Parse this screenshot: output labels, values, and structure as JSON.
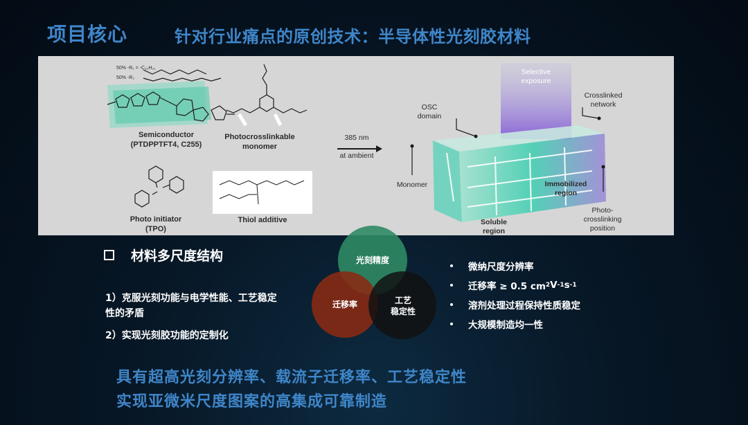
{
  "header": {
    "title": "项目核心",
    "subtitle": "针对行业痛点的原创技术：半导体性光刻胶材料"
  },
  "figure": {
    "semiconductor_label": "Semiconductor",
    "semiconductor_sub": "(PTDPPTFT4, C255)",
    "r1_label": "50% -R₁ = -C₁₀H₂₁",
    "r2_label": "50% -R₂",
    "monomer_label": "Photocrosslinkable",
    "monomer_sub": "monomer",
    "initiator_label": "Photo initiator",
    "initiator_sub": "(TPO)",
    "thiol_label": "Thiol additive",
    "arrow_top": "385 nm",
    "arrow_bottom": "at ambient",
    "selective": "Selective",
    "exposure": "exposure",
    "osc": "OSC",
    "domain": "domain",
    "crosslinked": "Crosslinked",
    "network": "network",
    "monomer_callout": "Monomer",
    "immobilized": "Immobilized",
    "region": "region",
    "soluble": "Soluble",
    "soluble_region": "region",
    "photo": "Photo-",
    "crosslinking": "crosslinking",
    "position": "position"
  },
  "section": {
    "heading": "材料多尺度结构",
    "items": [
      "1）克服光刻功能与电学性能、工艺稳定",
      "性的矛盾",
      "2）实现光刻胶功能的定制化"
    ]
  },
  "venn": {
    "top": "光刻精度",
    "left": "迁移率",
    "right_line1": "工艺",
    "right_line2": "稳定性",
    "colors": {
      "top": "#2f8a64",
      "left": "#8a2a12",
      "right": "#121212"
    }
  },
  "bullets": {
    "b1": "微纳尺度分辨率",
    "b2_pre": "迁移率 ≥ 0.5 cm",
    "b2_sup1": "2",
    "b2_mid": " V",
    "b2_sup2": "-1",
    "b2_s": " s",
    "b2_sup3": "-1",
    "b3": "溶剂处理过程保持性质稳定",
    "b4": "大规模制造均一性"
  },
  "footer": {
    "line1": "具有超高光刻分辨率、载流子迁移率、工艺稳定性",
    "line2": "实现亚微米尺度图案的高集成可靠制造"
  }
}
